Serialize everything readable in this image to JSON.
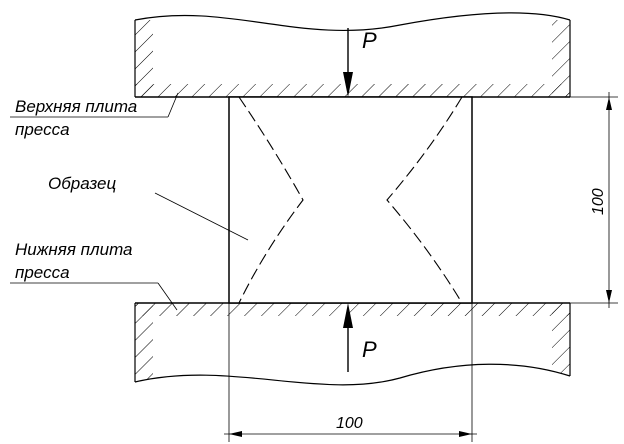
{
  "labels": {
    "upper_plate_line1": "Верхняя плита",
    "upper_plate_line2": "пресса",
    "specimen": "Образец",
    "lower_plate_line1": "Нижняя плита",
    "lower_plate_line2": "пресса"
  },
  "forces": {
    "top": "P",
    "bottom": "P"
  },
  "dimensions": {
    "height": "100",
    "width": "100"
  }
}
